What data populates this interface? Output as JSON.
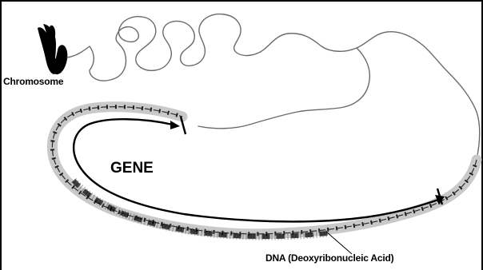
{
  "diagram": {
    "labels": {
      "chromosome": "Chromosome",
      "gene": "GENE",
      "dna": "DNA (Deoxyribonucleic Acid)"
    }
  }
}
